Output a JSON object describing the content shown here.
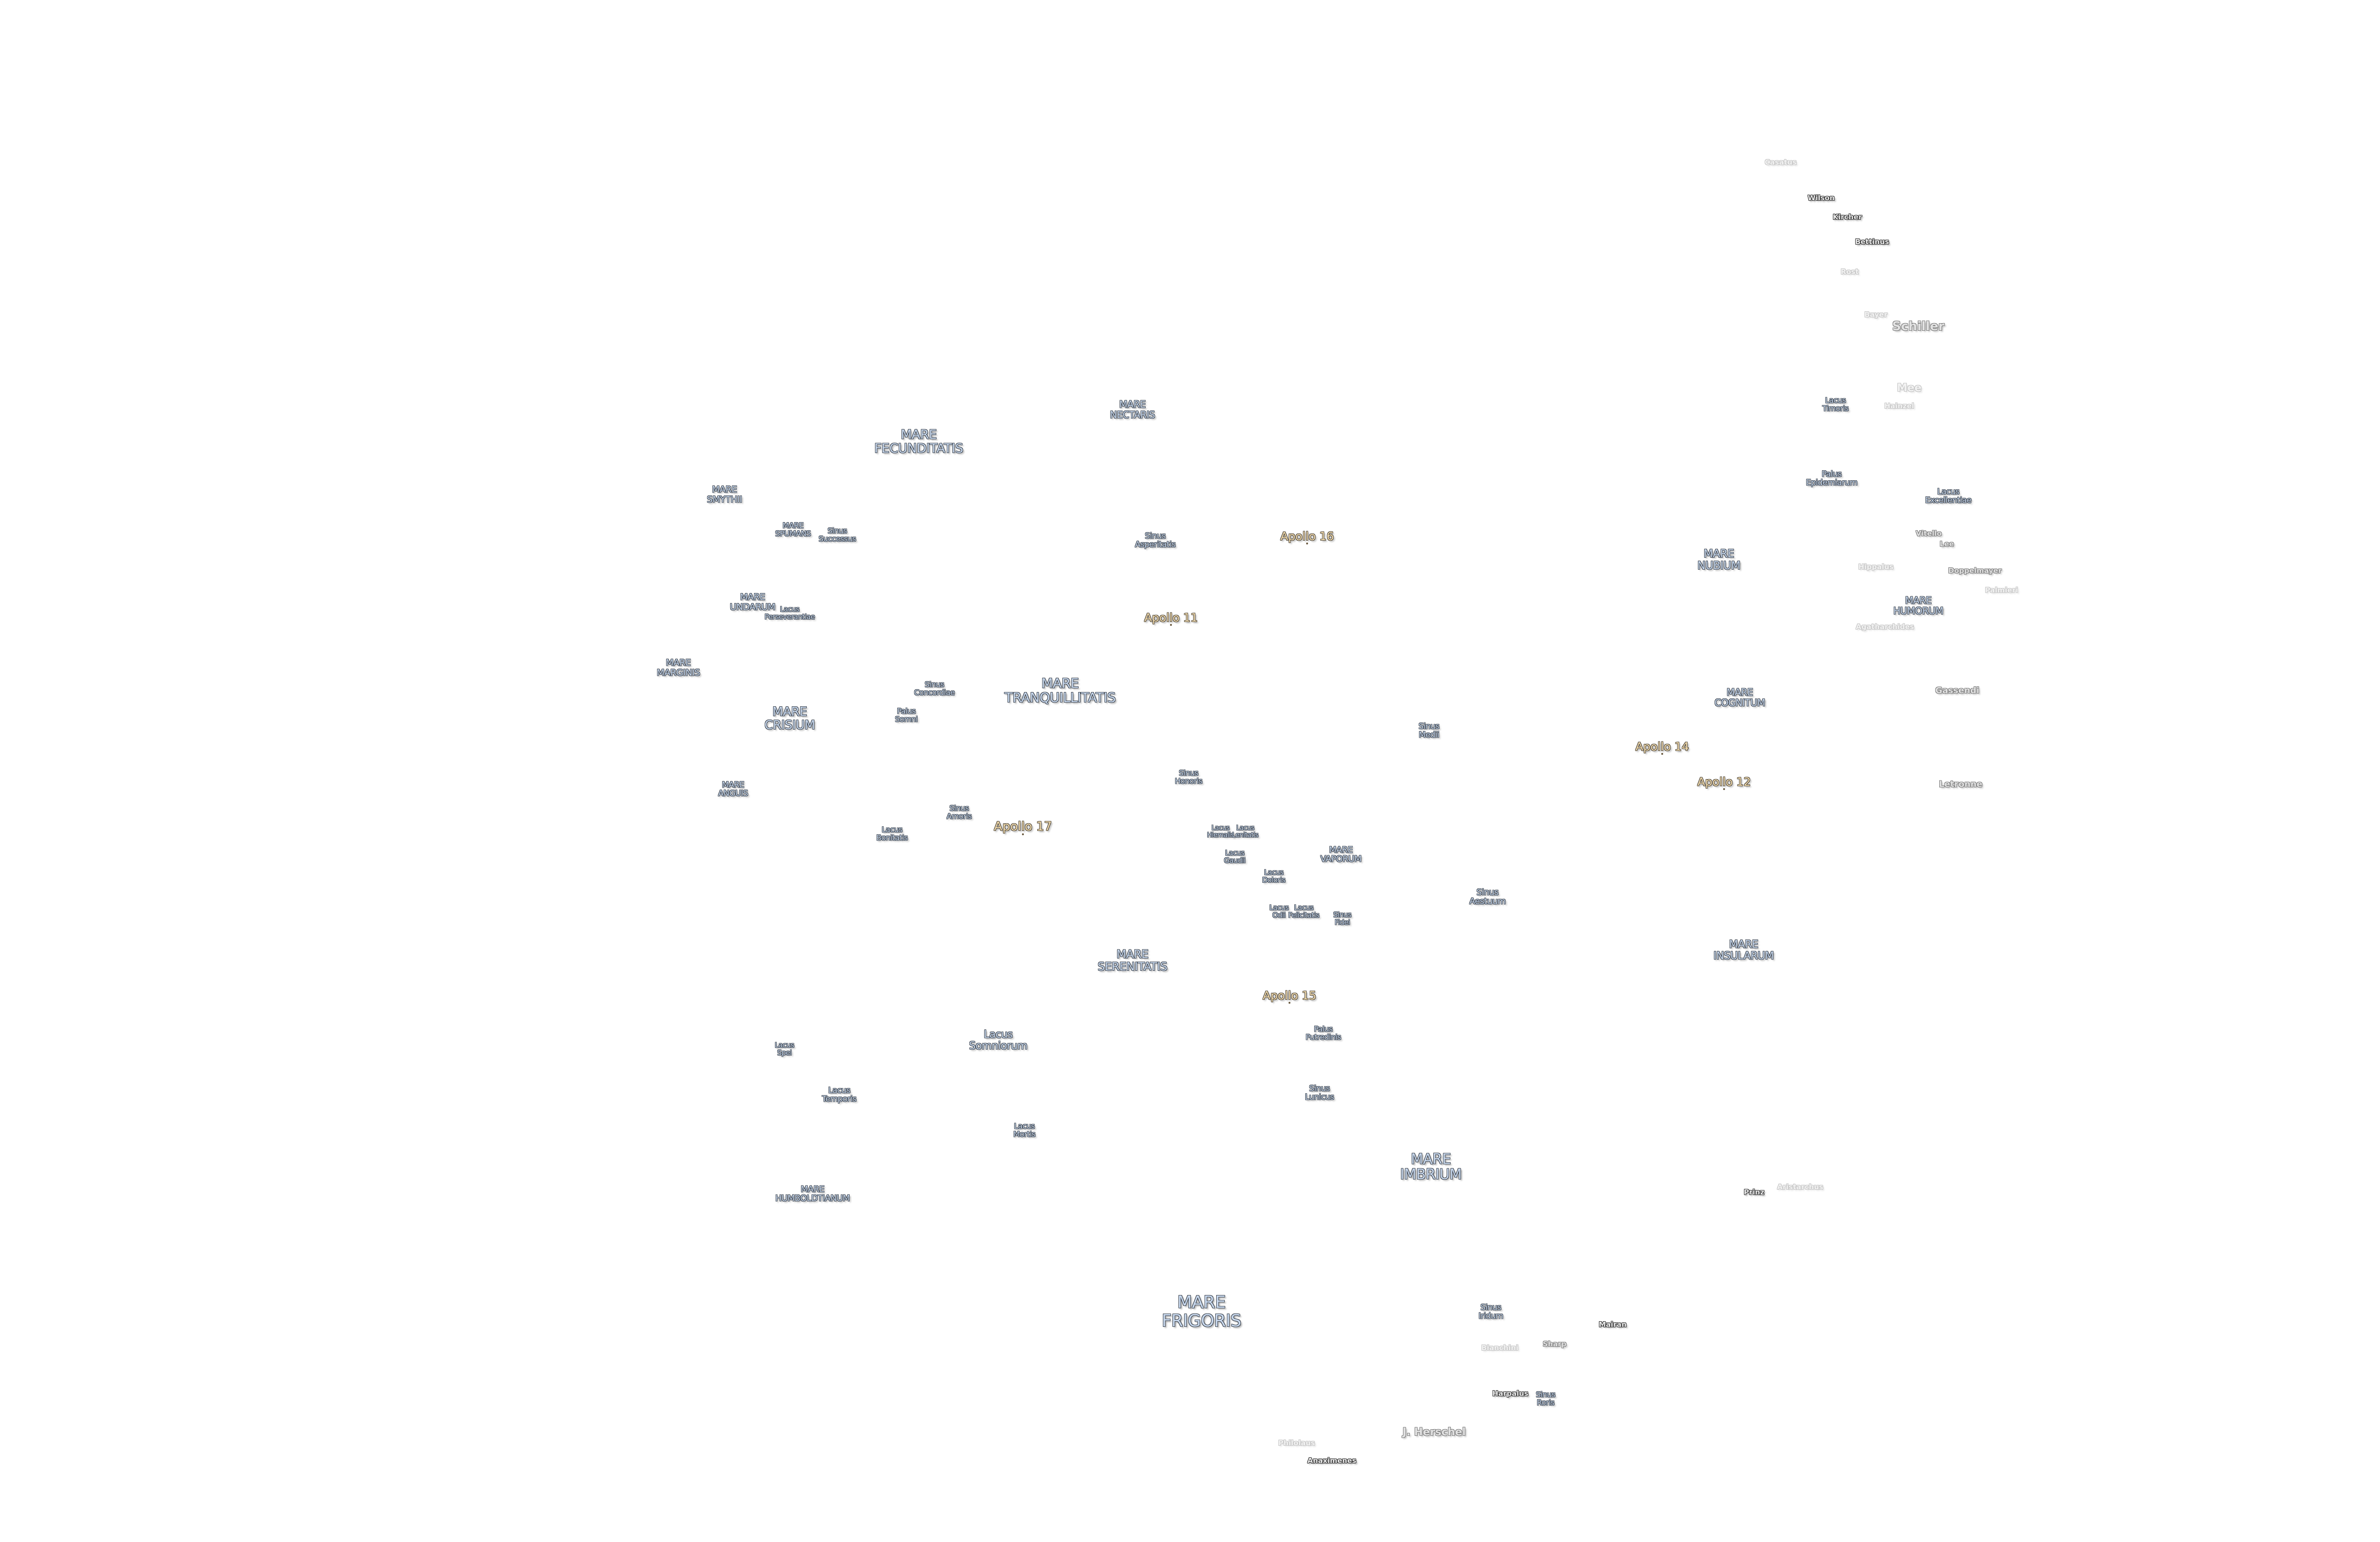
{
  "map": {
    "label_colors": {
      "mare": "#c9d9ee",
      "apollo": "#f3ddb0",
      "crater": "#e2e2e2",
      "outline": "#3a414b"
    },
    "labels": [
      {
        "text": "Casatus",
        "type": "crater-faded"
      },
      {
        "text": "Wilson",
        "type": "crater-dark"
      },
      {
        "text": "Kircher",
        "type": "crater-dark"
      },
      {
        "text": "Bettinus",
        "type": "crater-dark"
      },
      {
        "text": "Rost",
        "type": "crater-faded"
      },
      {
        "text": "Bayer",
        "type": "crater-faded"
      },
      {
        "text": "Schiller",
        "type": "crater-gray"
      },
      {
        "text": "Mee",
        "type": "crater-faded"
      },
      {
        "text": "Hainzel",
        "type": "crater-faded"
      },
      {
        "text": "Lacus\nTimoris",
        "type": "mare"
      },
      {
        "text": "Palus\nEpidemiarum",
        "type": "mare"
      },
      {
        "text": "Lacus\nExcellentiae",
        "type": "mare"
      },
      {
        "text": "Vitello",
        "type": "crater-gray"
      },
      {
        "text": "Lee",
        "type": "crater-gray"
      },
      {
        "text": "Hippalus",
        "type": "crater-faded"
      },
      {
        "text": "Doppelmayer",
        "type": "crater-gray"
      },
      {
        "text": "Palmieri",
        "type": "crater-faded"
      },
      {
        "text": "MARE\nHUMORUM",
        "type": "mare"
      },
      {
        "text": "Agatharchides",
        "type": "crater-faded"
      },
      {
        "text": "MARE\nNUBIUM",
        "type": "mare"
      },
      {
        "text": "MARE\nCOGNITUM",
        "type": "mare"
      },
      {
        "text": "Gassendi",
        "type": "crater-gray"
      },
      {
        "text": "Letronne",
        "type": "crater-gray"
      },
      {
        "text": "Apollo 14",
        "type": "apollo"
      },
      {
        "text": "Apollo 12",
        "type": "apollo"
      },
      {
        "text": "Sinus\nMedii",
        "type": "mare"
      },
      {
        "text": "Sinus\nAestuum",
        "type": "mare"
      },
      {
        "text": "MARE\nINSULARUM",
        "type": "mare"
      },
      {
        "text": "MARE\nIMBRIUM",
        "type": "mare"
      },
      {
        "text": "Prinz",
        "type": "crater-dark"
      },
      {
        "text": "Aristarchus",
        "type": "crater-faded"
      },
      {
        "text": "MARE\nFRIGORIS",
        "type": "mare"
      },
      {
        "text": "Sinus\nIridum",
        "type": "mare"
      },
      {
        "text": "Mairan",
        "type": "crater-dark"
      },
      {
        "text": "Bianchini",
        "type": "crater-faded"
      },
      {
        "text": "Sharp",
        "type": "crater-gray"
      },
      {
        "text": "Harpalus",
        "type": "crater-dark"
      },
      {
        "text": "Sinus\nRoris",
        "type": "mare"
      },
      {
        "text": "J. Herschel",
        "type": "crater-gray"
      },
      {
        "text": "Philolaus",
        "type": "crater-faded"
      },
      {
        "text": "Anaximenes",
        "type": "crater-dark"
      },
      {
        "text": "MARE\nNECTARIS",
        "type": "mare"
      },
      {
        "text": "MARE\nFECUNDITATIS",
        "type": "mare"
      },
      {
        "text": "MARE\nSMYTHII",
        "type": "mare"
      },
      {
        "text": "MARE\nSPUMANS",
        "type": "mare"
      },
      {
        "text": "Sinus\nSuccessus",
        "type": "mare"
      },
      {
        "text": "Sinus\nAsperitatis",
        "type": "mare"
      },
      {
        "text": "Apollo 16",
        "type": "apollo"
      },
      {
        "text": "MARE\nUNDARUM",
        "type": "mare"
      },
      {
        "text": "Lacus\nPerseverantiae",
        "type": "mare"
      },
      {
        "text": "Apollo 11",
        "type": "apollo"
      },
      {
        "text": "MARE\nMARGINIS",
        "type": "mare"
      },
      {
        "text": "Sinus\nConcordiae",
        "type": "mare"
      },
      {
        "text": "MARE\nTRANQUILLITATIS",
        "type": "mare"
      },
      {
        "text": "MARE\nCRISIUM",
        "type": "mare"
      },
      {
        "text": "Palus\nSomni",
        "type": "mare"
      },
      {
        "text": "MARE\nANGUIS",
        "type": "mare"
      },
      {
        "text": "Sinus\nHonoris",
        "type": "mare"
      },
      {
        "text": "Sinus\nAmoris",
        "type": "mare"
      },
      {
        "text": "Lacus\nBonitatis",
        "type": "mare"
      },
      {
        "text": "Apollo 17",
        "type": "apollo"
      },
      {
        "text": "Lacus\nHiemalis",
        "type": "mare"
      },
      {
        "text": "Lacus\nLenitatis",
        "type": "mare"
      },
      {
        "text": "Lacus\nGaudii",
        "type": "mare"
      },
      {
        "text": "MARE\nVAPORUM",
        "type": "mare"
      },
      {
        "text": "Lacus\nDoloris",
        "type": "mare"
      },
      {
        "text": "Lacus\nOdii",
        "type": "mare"
      },
      {
        "text": "Lacus\nFelicitatis",
        "type": "mare"
      },
      {
        "text": "Sinus\nFidei",
        "type": "mare"
      },
      {
        "text": "MARE\nSERENITATIS",
        "type": "mare"
      },
      {
        "text": "Apollo 15",
        "type": "apollo"
      },
      {
        "text": "Palus\nPutredinis",
        "type": "mare"
      },
      {
        "text": "Lacus\nSpei",
        "type": "mare"
      },
      {
        "text": "Lacus\nSomniorum",
        "type": "mare"
      },
      {
        "text": "Lacus\nTemporis",
        "type": "mare"
      },
      {
        "text": "Sinus\nLunicus",
        "type": "mare"
      },
      {
        "text": "Lacus\nMortis",
        "type": "mare"
      },
      {
        "text": "MARE\nHUMBOLDTIANUM",
        "type": "mare"
      }
    ]
  }
}
